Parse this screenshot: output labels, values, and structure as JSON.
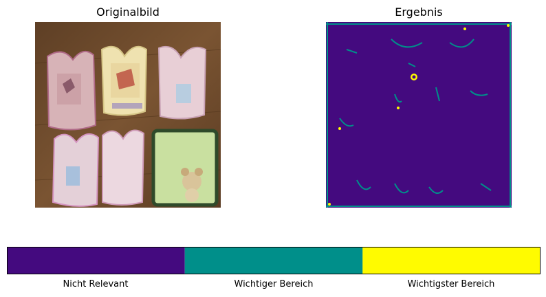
{
  "titles": {
    "left": "Originalbild",
    "right": "Ergebnis"
  },
  "colors": {
    "nicht_relevant": "#440a7f",
    "wichtiger_bereich": "#008f8a",
    "wichtigster_bereich": "#fffb00",
    "wood": "#6e4b2c",
    "frame": "#3a2a1e"
  },
  "chart_data": {
    "type": "heatmap",
    "title": "Ergebnis",
    "colorbar": {
      "categories": [
        "Nicht Relevant",
        "Wichtiger Bereich",
        "Wichtigster Bereich"
      ],
      "colors": [
        "#440a7f",
        "#008f8a",
        "#fffb00"
      ],
      "orientation": "horizontal"
    },
    "grid": false,
    "axes": "off"
  }
}
